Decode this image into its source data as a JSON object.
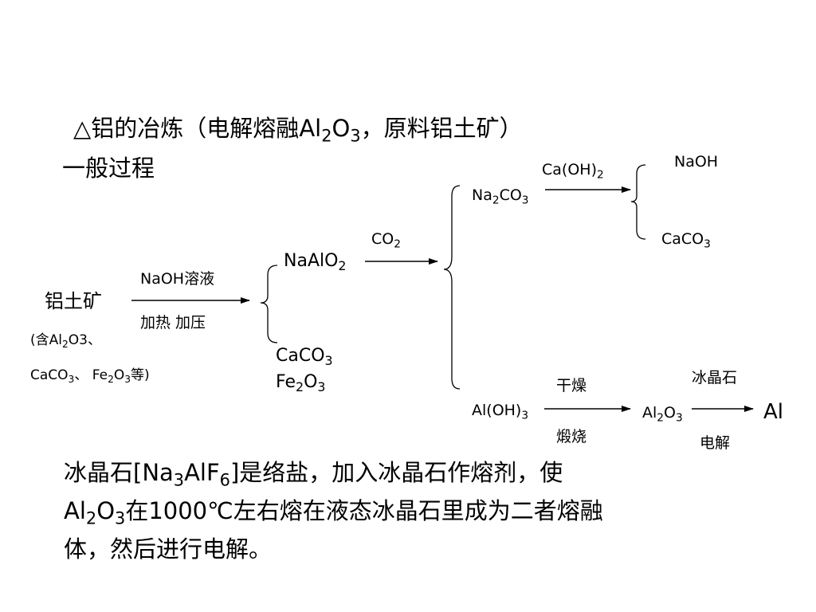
{
  "heading": {
    "line1": {
      "prefix": "△铝的冶炼（电解熔融",
      "al": "Al",
      "s2": "2",
      "o": "O",
      "s3": "3",
      "suffix": "，原料铝土矿）"
    },
    "line2": "一般过程"
  },
  "flow": {
    "ore": "铝土矿",
    "ore_note1": {
      "a": "(含Al",
      "s": "2",
      "b": "O3、"
    },
    "ore_note2": {
      "a": "CaCO",
      "s1": "3",
      "b": "、 Fe",
      "s2": "2",
      "c": "O",
      "s3": "3",
      "d": "等)"
    },
    "step1_top": "NaOH溶液",
    "step1_bottom": "加热 加压",
    "naalo2": {
      "a": "NaAlO",
      "s": "2"
    },
    "residue1": {
      "a": "CaCO",
      "s": "3"
    },
    "residue2": {
      "a": "Fe",
      "s1": "2",
      "b": "O",
      "s2": "3"
    },
    "co2": {
      "a": "CO",
      "s": "2"
    },
    "na2co3": {
      "a": "Na",
      "s1": "2",
      "b": "CO",
      "s2": "3"
    },
    "caoh2": {
      "a": "Ca(OH)",
      "s": "2"
    },
    "naoh": "NaOH",
    "caco3": {
      "a": "CaCO",
      "s": "3"
    },
    "aloh3": {
      "a": "Al(OH)",
      "s": "3"
    },
    "dry": "干燥",
    "calcine": "煅烧",
    "al2o3": {
      "a": "Al",
      "s1": "2",
      "b": "O",
      "s2": "3"
    },
    "cryolite": "冰晶石",
    "electrolysis": "电解",
    "al": "Al"
  },
  "paragraph": {
    "l1a": "冰晶石[Na",
    "l1s1": "3",
    "l1b": "AlF",
    "l1s2": "6",
    "l1c": "]是络盐，加入冰晶石作熔剂，使",
    "l2a": "Al",
    "l2s1": "2",
    "l2b": "O",
    "l2s2": "3",
    "l2c": "在1000℃左右熔在液态冰晶石里成为二者熔融",
    "l3": "体，然后进行电解。"
  }
}
